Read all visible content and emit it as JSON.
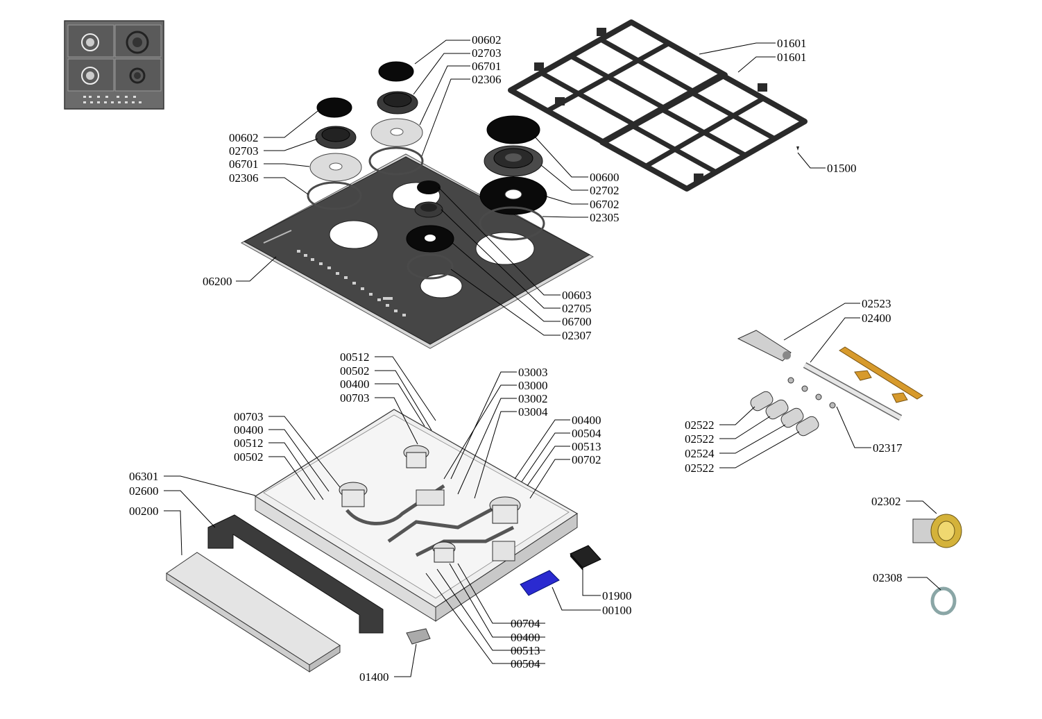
{
  "diagram": {
    "title": "",
    "colors": {
      "glass": "#454545",
      "glass_edge": "#cfcfcf",
      "grid": "#3a3a3a",
      "brass": "#d4b23a",
      "manifold_bracket": "#d79a2c",
      "connector": "#2a2ad0",
      "cap": "#0a0a0a",
      "tray": "#ececec"
    },
    "labels": [
      {
        "id": "l00602a",
        "text": "00602"
      },
      {
        "id": "l02703a",
        "text": "02703"
      },
      {
        "id": "l06701a",
        "text": "06701"
      },
      {
        "id": "l02306a",
        "text": "02306"
      },
      {
        "id": "l01601a",
        "text": "01601"
      },
      {
        "id": "l01601b",
        "text": "01601"
      },
      {
        "id": "l00602b",
        "text": "00602"
      },
      {
        "id": "l02703b",
        "text": "02703"
      },
      {
        "id": "l06701b",
        "text": "06701"
      },
      {
        "id": "l02306b",
        "text": "02306"
      },
      {
        "id": "l01500",
        "text": "01500"
      },
      {
        "id": "l00600",
        "text": "00600"
      },
      {
        "id": "l02702",
        "text": "02702"
      },
      {
        "id": "l06702",
        "text": "06702"
      },
      {
        "id": "l02305",
        "text": "02305"
      },
      {
        "id": "l06200",
        "text": "06200"
      },
      {
        "id": "l00603",
        "text": "00603"
      },
      {
        "id": "l02705",
        "text": "02705"
      },
      {
        "id": "l06700",
        "text": "06700"
      },
      {
        "id": "l02307",
        "text": "02307"
      },
      {
        "id": "l02523",
        "text": "02523"
      },
      {
        "id": "l02400",
        "text": "02400"
      },
      {
        "id": "l00512a",
        "text": "00512"
      },
      {
        "id": "l00502a",
        "text": "00502"
      },
      {
        "id": "l00400a",
        "text": "00400"
      },
      {
        "id": "l00703a",
        "text": "00703"
      },
      {
        "id": "l03003",
        "text": "03003"
      },
      {
        "id": "l03000",
        "text": "03000"
      },
      {
        "id": "l03002",
        "text": "03002"
      },
      {
        "id": "l03004",
        "text": "03004"
      },
      {
        "id": "l00703b",
        "text": "00703"
      },
      {
        "id": "l00400b",
        "text": "00400"
      },
      {
        "id": "l00512b",
        "text": "00512"
      },
      {
        "id": "l00502b",
        "text": "00502"
      },
      {
        "id": "l00400c",
        "text": "00400"
      },
      {
        "id": "l00504a",
        "text": "00504"
      },
      {
        "id": "l00513a",
        "text": "00513"
      },
      {
        "id": "l00702",
        "text": "00702"
      },
      {
        "id": "l02522a",
        "text": "02522"
      },
      {
        "id": "l02522b",
        "text": "02522"
      },
      {
        "id": "l02524",
        "text": "02524"
      },
      {
        "id": "l02522c",
        "text": "02522"
      },
      {
        "id": "l02317",
        "text": "02317"
      },
      {
        "id": "l06301",
        "text": "06301"
      },
      {
        "id": "l02600",
        "text": "02600"
      },
      {
        "id": "l00200",
        "text": "00200"
      },
      {
        "id": "l02302",
        "text": "02302"
      },
      {
        "id": "l02308",
        "text": "02308"
      },
      {
        "id": "l01900",
        "text": "01900"
      },
      {
        "id": "l00100",
        "text": "00100"
      },
      {
        "id": "l00704",
        "text": "00704"
      },
      {
        "id": "l00400d",
        "text": "00400"
      },
      {
        "id": "l00513b",
        "text": "00513"
      },
      {
        "id": "l00504b",
        "text": "00504"
      },
      {
        "id": "l01400",
        "text": "01400"
      }
    ]
  }
}
